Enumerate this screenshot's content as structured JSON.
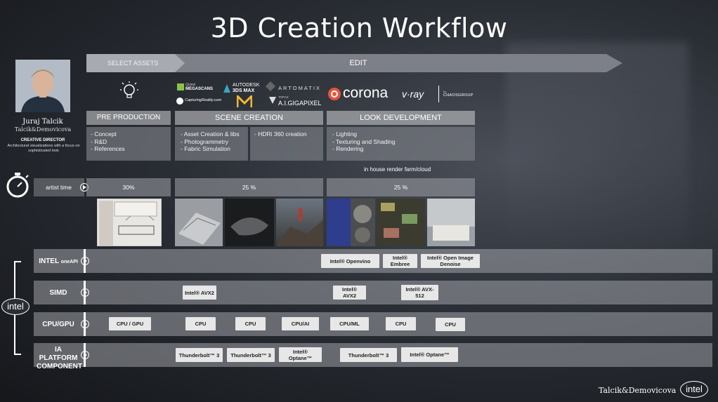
{
  "title": "3D Creation Workflow",
  "phases": {
    "select": "SELECT ASSETS",
    "edit": "EDIT"
  },
  "profile": {
    "name": "Juraj  Talcik",
    "company": "Talcik&Demovicova",
    "role": "CREATIVE DIRECTOR",
    "desc": "Architectural visualizations with a focus on sophisticated look"
  },
  "logos": {
    "megascans_top": "Quixel",
    "megascans": "MEGASCANS",
    "capturing": "CapturingReality.com",
    "autodesk": "AUTODESK",
    "max": "3DS MAX",
    "artomatix": "ARTOMATIX",
    "topaz": "TOPAZ",
    "gigapixel": "A.I.GIGAPIXEL",
    "corona": "corona",
    "vray": "v·ray",
    "chaos_by": "by",
    "chaos": "CHAOSGROUP"
  },
  "stages": [
    {
      "title": "PRE PRODUCTION",
      "items": [
        "- Concept",
        "- R&D",
        "- References"
      ]
    },
    {
      "title": "SCENE CREATION",
      "items": [
        "- Asset Creation & libs",
        "- Photogrammetry",
        "- Fabric Simulation"
      ],
      "items2": [
        "- HDRi 360 creation"
      ]
    },
    {
      "title": "LOOK DEVELOPMENT",
      "items": [
        "- Lighting",
        "- Texturing and Shading",
        "- Rendering"
      ]
    }
  ],
  "renderfarm": "in house render farm/cloud",
  "artist_time": {
    "label": "artist time",
    "values": [
      "30%",
      "25 %",
      "25 %"
    ]
  },
  "rows": [
    {
      "label1": "INTEL",
      "label2": "oneAPI",
      "chips": [
        "Intel® Openvino",
        "Intel® Embree",
        "Intel® Open Image Denoise"
      ]
    },
    {
      "label1": "SIMD",
      "chips": [
        "Intel® AVX2",
        "Intel® AVX2",
        "Intel® AVX-512"
      ]
    },
    {
      "label1": "CPU/GPU",
      "chips": [
        "CPU / GPU",
        "CPU",
        "CPU",
        "CPU/AI",
        "CPU/ML",
        "CPU",
        "CPU"
      ]
    },
    {
      "label1": "IA PLATFORM",
      "label2": "COMPONENT",
      "chips": [
        "Thunderbolt™ 3",
        "Thunderbolt™ 3",
        "Intel® Optane™",
        "Thunderbolt™ 3",
        "Intel® Optane™"
      ]
    }
  ],
  "intel_badge": "intel",
  "footer": {
    "company": "Talcik&Demovicova",
    "intel": "intel"
  },
  "colors": {
    "chip": "#e7e7e7",
    "arrow": "#7d8088",
    "corona": "#e9543a"
  }
}
